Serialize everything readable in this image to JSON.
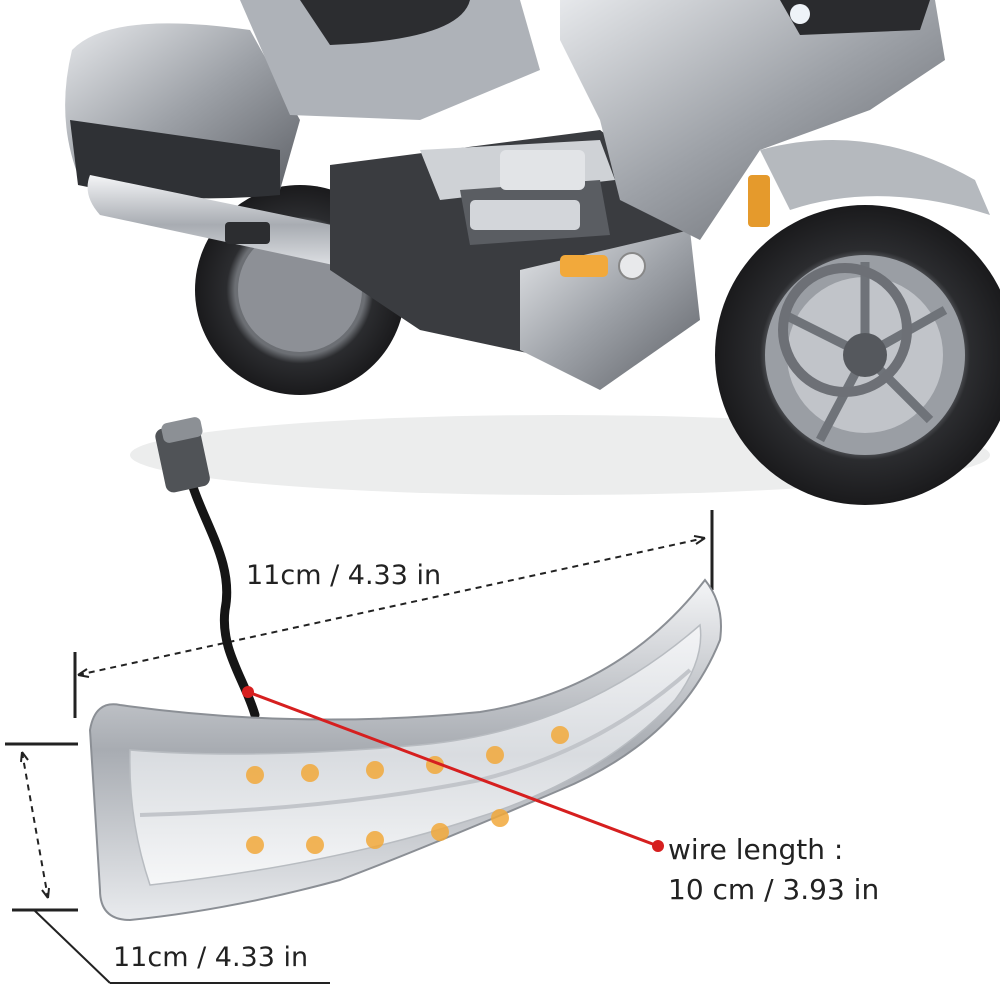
{
  "product": {
    "dimension_width": "11cm / 4.33 in",
    "dimension_height": "11cm / 4.33 in",
    "wire_length_label": "wire length :",
    "wire_length_value": "10 cm / 3.93 in"
  },
  "colors": {
    "accent_red": "#d61f1f",
    "chrome": "#c9ccd1",
    "amber": "#f2a93b"
  }
}
